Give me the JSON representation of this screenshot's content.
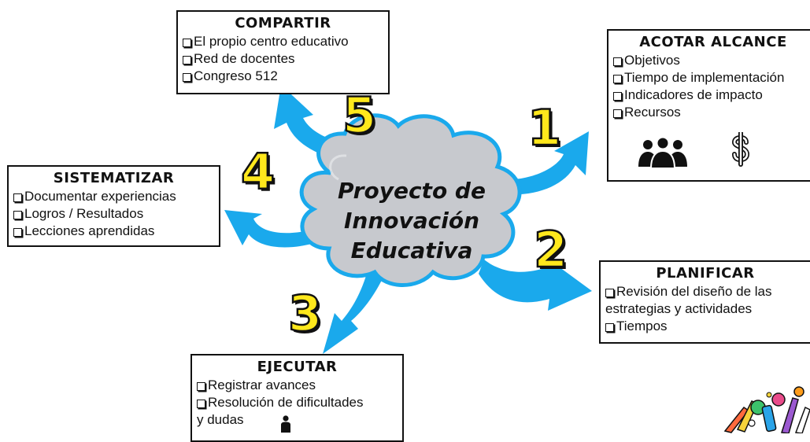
{
  "center": {
    "lines": [
      "Proyecto de",
      "Innovación",
      "Educativa"
    ]
  },
  "steps": {
    "compartir": {
      "number": "5",
      "title": "COMPARTIR",
      "items": [
        "El propio centro educativo",
        "Red de docentes",
        "Congreso 512"
      ]
    },
    "acotar": {
      "number": "1",
      "title": "ACOTAR ALCANCE",
      "items": [
        "Objetivos",
        "Tiempo de implementación",
        "Indicadores de impacto",
        "Recursos"
      ],
      "icons": [
        "people-group-icon",
        "dollar-icon"
      ]
    },
    "sistematizar": {
      "number": "4",
      "title": "SISTEMATIZAR",
      "items": [
        "Documentar experiencias",
        "Logros / Resultados",
        "Lecciones aprendidas"
      ]
    },
    "planificar": {
      "number": "2",
      "title": "PLANIFICAR",
      "items": [
        "Revisión del diseño de las",
        "estrategias y actividades",
        "Tiempos"
      ]
    },
    "ejecutar": {
      "number": "3",
      "title": "EJECUTAR",
      "items": [
        "Registrar avances",
        "Resolución de dificultades",
        "y dudas"
      ],
      "icons": [
        "person-icon"
      ]
    }
  },
  "colors": {
    "arrow": "#1aa9ec",
    "cloud": "#c7c9ce",
    "cloud_outline": "#1aa9ec",
    "number_fill": "#ffe81c",
    "text": "#111111"
  }
}
